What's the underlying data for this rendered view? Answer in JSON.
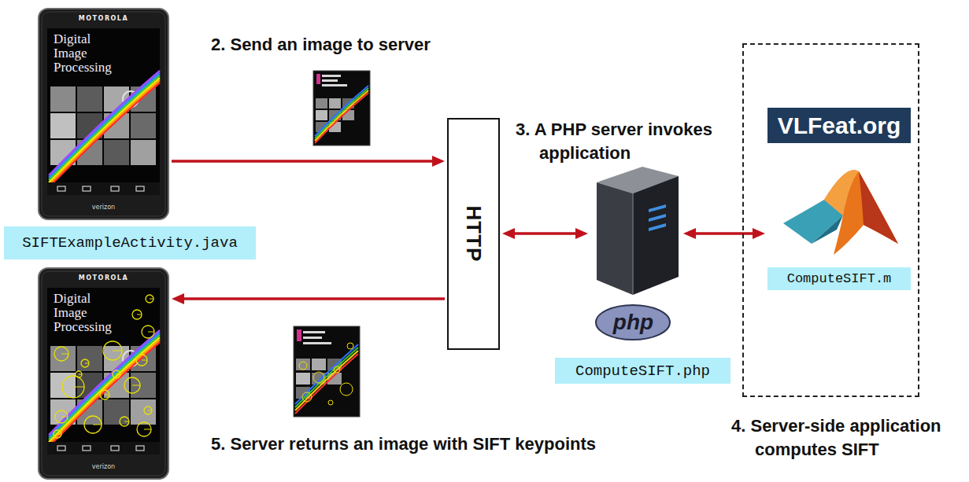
{
  "diagram": {
    "nodes": [
      {
        "text": [
          "MOTOROLA",
          "Digital Image Processing",
          "verizon",
          "SIFTExampleActivity.java"
        ]
      },
      {
        "text": [
          "HTTP"
        ]
      },
      {
        "text": [
          "php",
          "ComputeSIFT.php"
        ]
      },
      {
        "text": [
          "4. Server-side application computes SIFT"
        ]
      },
      {
        "text": [
          "VLFeat.org"
        ],
        "in": 3
      },
      {
        "text": [
          "ComputeSIFT.m"
        ],
        "in": 3
      },
      {
        "text": [
          "MOTOROLA",
          "Digital Image Processing",
          "verizon"
        ]
      }
    ],
    "edges": [
      {
        "from": 0,
        "to": 1,
        "arrow": "to"
      },
      {
        "from": 1,
        "to": 2,
        "arrow": "both"
      },
      {
        "from": 2,
        "to": 5,
        "arrow": "both"
      },
      {
        "from": 1,
        "to": 6,
        "arrow": "to"
      }
    ],
    "labels": [
      "2. Send an image to server",
      "3. A PHP server invokes application",
      "5. Server returns an image with SIFT keypoints"
    ]
  }
}
